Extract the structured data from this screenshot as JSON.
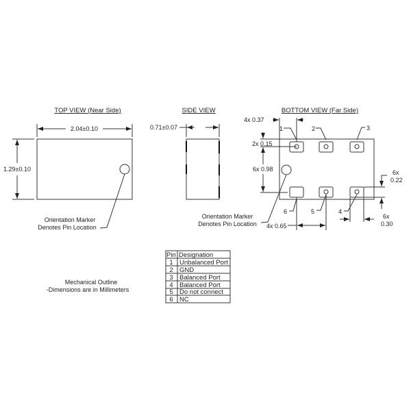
{
  "top_view": {
    "title": "TOP VIEW (Near Side)",
    "width_dim": "2.04±0.10",
    "height_dim": "1.29±0.10",
    "marker_label_1": "Orientation Marker",
    "marker_label_2": "Denotes Pin Location"
  },
  "side_view": {
    "title": "SIDE VIEW",
    "thickness_dim": "0.71±0.07"
  },
  "bottom_view": {
    "title": "BOTTOM VIEW (Far Side)",
    "dim_pad_width": "4x 0.37",
    "dim_pad_offset": "2x 0.15",
    "dim_pitch_vertical": "6x 0.98",
    "dim_right_top": "6x",
    "dim_right_bottom": "0.22",
    "dim_pitch_horizontal": "4x 0.65",
    "dim_pad_len_top": "6x",
    "dim_pad_len_bottom": "0.30",
    "pin_labels": [
      "1",
      "2",
      "3",
      "4",
      "5",
      "6"
    ],
    "marker_label_1": "Orientation Marker",
    "marker_label_2": "Denotes Pin Location"
  },
  "notes": {
    "line1": "Mechanical Outline",
    "line2": "-Dimensions are in Millimeters"
  },
  "pin_table": {
    "headers": [
      "Pin",
      "Designation"
    ],
    "rows": [
      [
        "1",
        "Unbalanced Port"
      ],
      [
        "2",
        "GND"
      ],
      [
        "3",
        "Balanced Port"
      ],
      [
        "4",
        "Balanced Port"
      ],
      [
        "5",
        "Do not connect"
      ],
      [
        "6",
        "NC"
      ]
    ]
  }
}
